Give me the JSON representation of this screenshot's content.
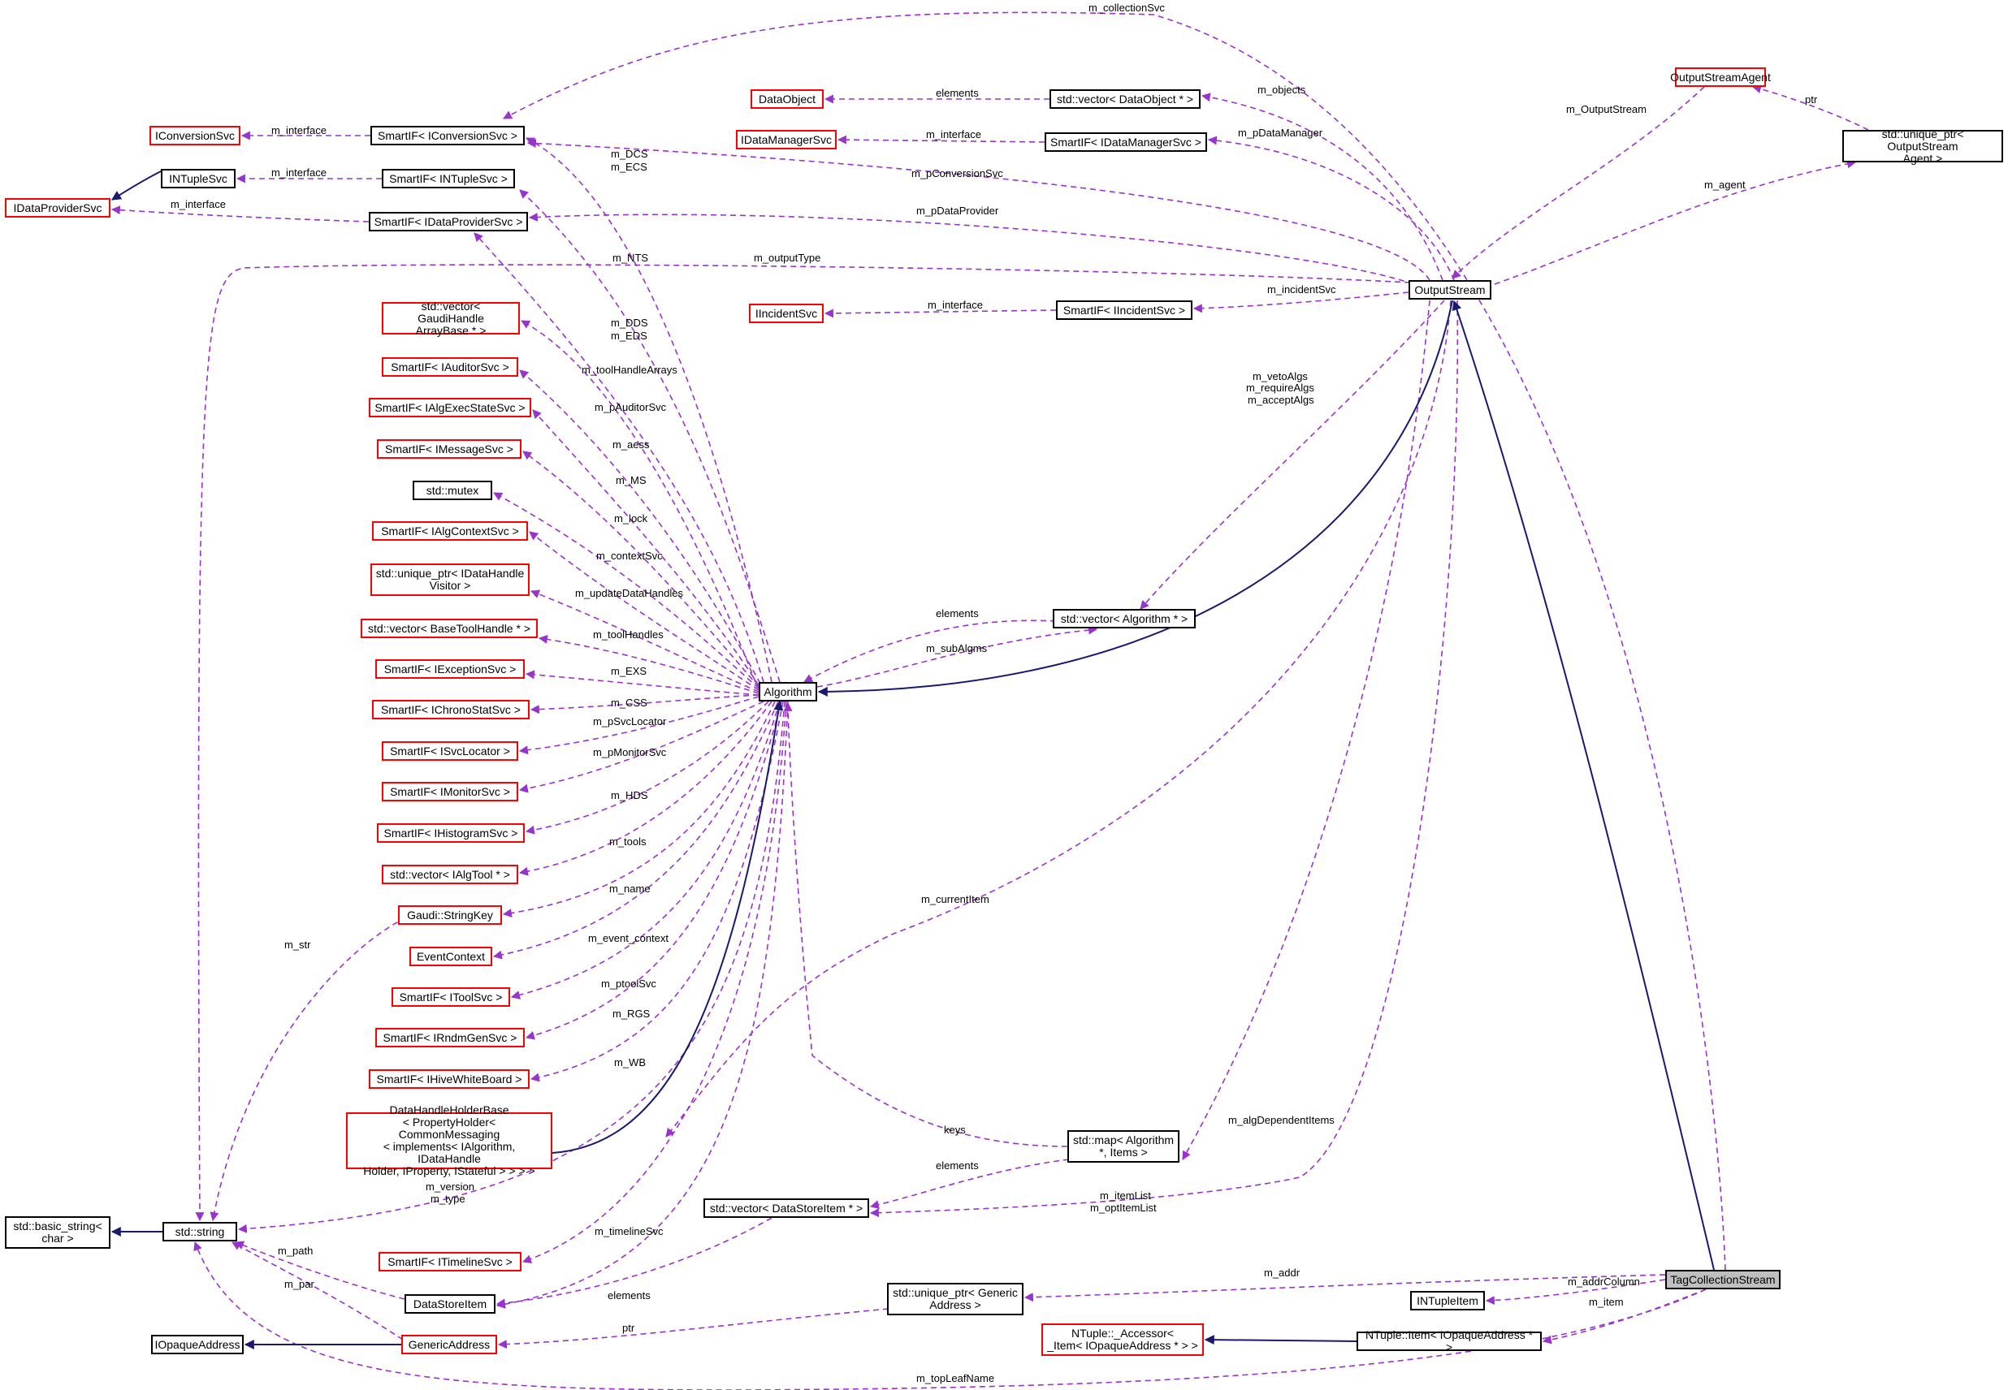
{
  "colors": {
    "usage_edge": "#9a32cd",
    "inherit_edge": "#191970",
    "node_border_missing": "#ff0000",
    "node_border": "#000000",
    "focus_fill": "#bfbfbf"
  },
  "nodes": {
    "tagcollectionstream": "TagCollectionStream",
    "outputstream": "OutputStream",
    "algorithm": "Algorithm",
    "outputstreamagent": "OutputStreamAgent",
    "uniqueptr_agent": "std::unique_ptr< OutputStream\nAgent >",
    "dataobject": "DataObject",
    "vector_dataobject": "std::vector< DataObject * >",
    "idatamanagersvc": "IDataManagerSvc",
    "smartif_idatamanagersvc": "SmartIF< IDataManagerSvc >",
    "iconversionsvc": "IConversionSvc",
    "smartif_iconversionsvc": "SmartIF< IConversionSvc >",
    "intuplesvc": "INTupleSvc",
    "smartif_intuplesvc": "SmartIF< INTupleSvc >",
    "idataprovidersvc": "IDataProviderSvc",
    "smartif_idataprovidersvc": "SmartIF< IDataProviderSvc >",
    "iincidentsvc": "IIncidentSvc",
    "smartif_iincidentsvc": "SmartIF< IIncidentSvc >",
    "vector_gaudihandle": "std::vector< GaudiHandle\nArrayBase * >",
    "smartif_iauditorsvc": "SmartIF< IAuditorSvc >",
    "smartif_ialgexecstatesvc": "SmartIF< IAlgExecStateSvc >",
    "smartif_imessagesvc": "SmartIF< IMessageSvc >",
    "std_mutex": "std::mutex",
    "smartif_ialgcontextsvc": "SmartIF< IAlgContextSvc >",
    "uniqueptr_idatahandlevisitor": "std::unique_ptr< IDataHandle\nVisitor >",
    "vector_basetoolhandle": "std::vector< BaseToolHandle * >",
    "smartif_iexceptionsvc": "SmartIF< IExceptionSvc >",
    "smartif_ichronostatsvc": "SmartIF< IChronoStatSvc >",
    "smartif_isvclocator": "SmartIF< ISvcLocator >",
    "smartif_imonitorsvc": "SmartIF< IMonitorSvc >",
    "smartif_ihistogramsvc": "SmartIF< IHistogramSvc >",
    "vector_ialgtool": "std::vector< IAlgTool * >",
    "gaudi_stringkey": "Gaudi::StringKey",
    "eventcontext": "EventContext",
    "smartif_itoolsvc": "SmartIF< IToolSvc >",
    "smartif_irndmgensvc": "SmartIF< IRndmGenSvc >",
    "smartif_ihivewhiteboard": "SmartIF< IHiveWhiteBoard >",
    "datahandleholderbase": "DataHandleHolderBase\n< PropertyHolder< CommonMessaging\n< implements< IAlgorithm, IDataHandle\nHolder, IProperty, IStateful > > > >",
    "basic_string": "std::basic_string<\nchar >",
    "std_string": "std::string",
    "smartif_itimelinesvc": "SmartIF< ITimelineSvc >",
    "datastoreitem": "DataStoreItem",
    "iopaqueaddress": "IOpaqueAddress",
    "genericaddress": "GenericAddress",
    "uniqueptr_genericaddress": "std::unique_ptr< Generic\nAddress >",
    "vector_algorithm": "std::vector< Algorithm * >",
    "map_algorithm_items": "std::map< Algorithm\n*, Items >",
    "vector_datastoreitem": "std::vector< DataStoreItem * >",
    "intupleitem": "INTupleItem",
    "ntuple_accessor": "NTuple::_Accessor<\n_Item< IOpaqueAddress * > >",
    "ntuple_item": "NTuple::Item< IOpaqueAddress * >"
  },
  "edge_labels": {
    "m_collectionSvc": "m_collectionSvc",
    "m_OutputStream": "m_OutputStream",
    "ptr_agent": "ptr",
    "m_agent": "m_agent",
    "elements_dataobject": "elements",
    "m_objects": "m_objects",
    "m_interface_dm": "m_interface",
    "m_pDataManager": "m_pDataManager",
    "m_interface_conv": "m_interface",
    "m_DCS": "m_DCS",
    "m_ECS": "m_ECS",
    "m_pConversionSvc": "m_pConversionSvc",
    "m_interface_ntuple": "m_interface",
    "m_interface_dp": "m_interface",
    "m_pDataProvider": "m_pDataProvider",
    "m_NTS": "m_NTS",
    "m_outputType": "m_outputType",
    "m_interface_incident": "m_interface",
    "m_incidentSvc": "m_incidentSvc",
    "m_DDS": "m_DDS",
    "m_EDS": "m_EDS",
    "m_toolHandleArrays": "m_toolHandleArrays",
    "m_vetoAlgs": "m_vetoAlgs",
    "m_requireAlgs": "m_requireAlgs",
    "m_acceptAlgs": "m_acceptAlgs",
    "m_pAuditorSvc": "m_pAuditorSvc",
    "m_aess": "m_aess",
    "m_MS": "m_MS",
    "m_lock": "m_lock",
    "m_contextSvc": "m_contextSvc",
    "m_updateDataHandles": "m_updateDataHandles",
    "elements_algorithm": "elements",
    "m_toolHandles": "m_toolHandles",
    "m_subAlgms": "m_subAlgms",
    "m_EXS": "m_EXS",
    "m_CSS": "m_CSS",
    "m_pSvcLocator": "m_pSvcLocator",
    "m_pMonitorSvc": "m_pMonitorSvc",
    "m_HDS": "m_HDS",
    "m_tools": "m_tools",
    "m_name": "m_name",
    "m_currentItem": "m_currentItem",
    "m_str": "m_str",
    "m_event_context": "m_event_context",
    "m_ptoolSvc": "m_ptoolSvc",
    "m_RGS": "m_RGS",
    "m_WB": "m_WB",
    "m_algDependentItems": "m_algDependentItems",
    "keys": "keys",
    "elements_datastoreitem": "elements",
    "m_version": "m_version",
    "m_type": "m_type",
    "m_itemList": "m_itemList",
    "m_optItemList": "m_optItemList",
    "m_timelineSvc": "m_timelineSvc",
    "m_path": "m_path",
    "m_addr": "m_addr",
    "m_addrColumn": "m_addrColumn",
    "m_par": "m_par",
    "elements_dsi": "elements",
    "m_item": "m_item",
    "ptr_generic": "ptr",
    "m_topLeafName": "m_topLeafName"
  }
}
